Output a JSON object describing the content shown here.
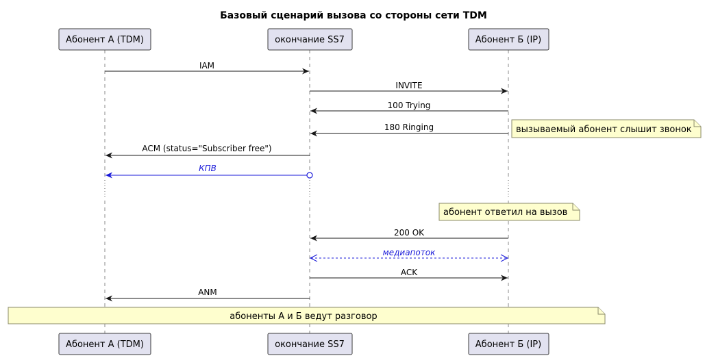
{
  "diagram": {
    "title": "Базовый сценарий вызова со стороны сети TDM",
    "participants": [
      {
        "id": "a",
        "label": "Абонент А (TDM)"
      },
      {
        "id": "ss7",
        "label": "окончание SS7"
      },
      {
        "id": "b",
        "label": "Абонент Б (IP)"
      }
    ],
    "messages": [
      {
        "label": "IAM",
        "from": "a",
        "to": "ss7",
        "style": "solid"
      },
      {
        "label": "INVITE",
        "from": "ss7",
        "to": "b",
        "style": "solid"
      },
      {
        "label": "100 Trying",
        "from": "b",
        "to": "ss7",
        "style": "solid"
      },
      {
        "label": "180 Ringing",
        "from": "b",
        "to": "ss7",
        "style": "solid"
      },
      {
        "label": "ACM (status=\"Subscriber free\")",
        "from": "ss7",
        "to": "a",
        "style": "solid"
      },
      {
        "label": "КПВ",
        "from": "ss7",
        "to": "a",
        "style": "blue-circle"
      },
      {
        "label": "200 OK",
        "from": "b",
        "to": "ss7",
        "style": "solid"
      },
      {
        "label": "медиапоток",
        "from": "ss7",
        "to": "b",
        "style": "blue-dashed-both"
      },
      {
        "label": "ACK",
        "from": "ss7",
        "to": "b",
        "style": "solid"
      },
      {
        "label": "ANM",
        "from": "ss7",
        "to": "a",
        "style": "solid"
      }
    ],
    "notes": [
      {
        "text": "вызываемый абонент слышит звонок"
      },
      {
        "text": "абонент ответил на вызов"
      },
      {
        "text": "абоненты А и Б ведут разговор"
      }
    ],
    "colors": {
      "participant_fill": "#e2e2f0",
      "note_fill": "#fefece",
      "async_color": "#1a1ad9"
    }
  }
}
